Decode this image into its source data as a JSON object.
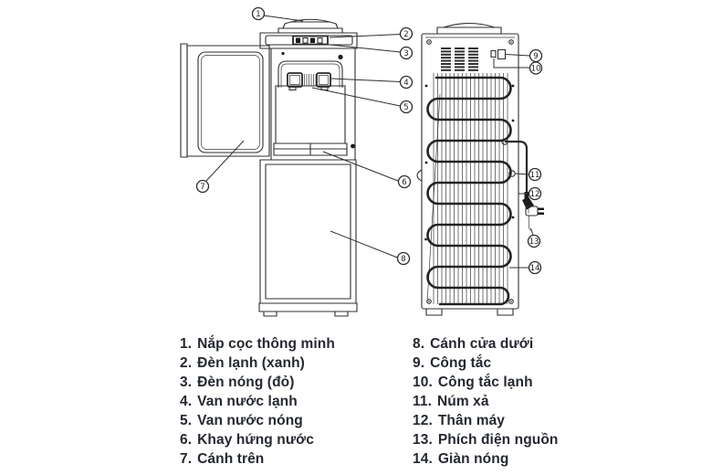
{
  "page": {
    "background": "#ffffff"
  },
  "diagram": {
    "line_color": "#2f2f2f",
    "text_color": "#242830",
    "subject": "water dispenser parts diagram, front view with open doors and back view",
    "callout_numbers": [
      "1",
      "2",
      "3",
      "4",
      "5",
      "6",
      "7",
      "8",
      "9",
      "10",
      "11",
      "12",
      "13",
      "14"
    ]
  },
  "legend": {
    "left": [
      {
        "num": "1.",
        "label": "Nắp cọc thông minh"
      },
      {
        "num": "2.",
        "label": "Đèn lạnh (xanh)"
      },
      {
        "num": "3.",
        "label": "Đèn nóng (đỏ)"
      },
      {
        "num": "4.",
        "label": "Van nước lạnh"
      },
      {
        "num": "5.",
        "label": "Van nước nóng"
      },
      {
        "num": "6.",
        "label": "Khay hứng nước"
      },
      {
        "num": "7.",
        "label": "Cánh trên"
      }
    ],
    "right": [
      {
        "num": "8.",
        "label": "Cánh cửa dưới"
      },
      {
        "num": "9.",
        "label": "Công tắc"
      },
      {
        "num": "10.",
        "label": "Công tắc lạnh"
      },
      {
        "num": "11.",
        "label": "Núm xả"
      },
      {
        "num": "12.",
        "label": "Thân máy"
      },
      {
        "num": "13.",
        "label": "Phích điện nguồn"
      },
      {
        "num": "14.",
        "label": "Giàn nóng"
      }
    ]
  }
}
